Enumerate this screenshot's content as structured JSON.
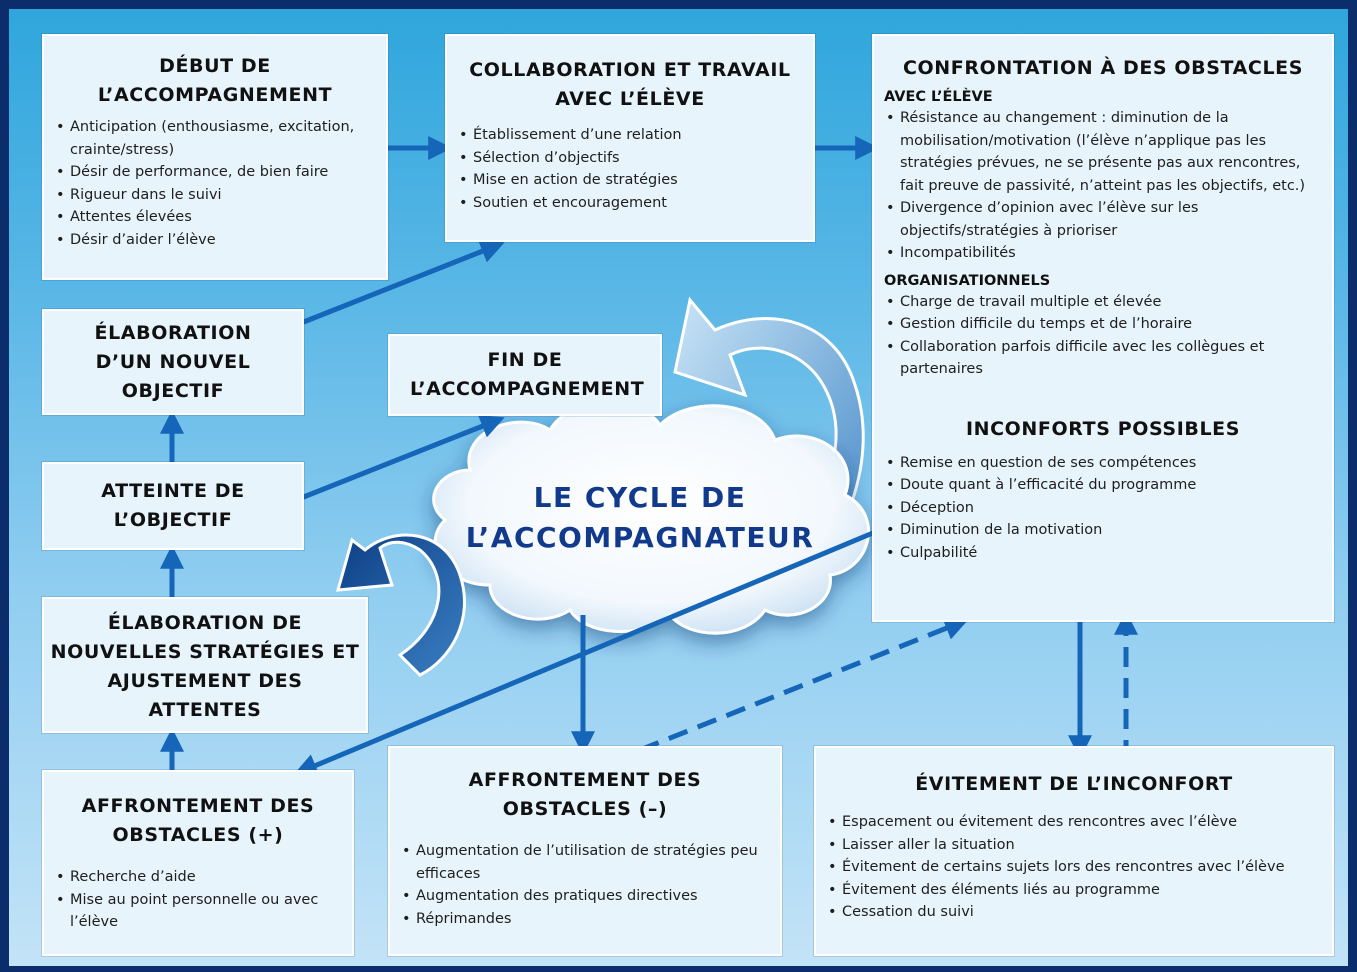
{
  "colors": {
    "frame": "#0b2d6b",
    "arrow": "#1565b8",
    "box_bg": "#e7f4fb",
    "cloud_text": "#123a8c"
  },
  "boxes": {
    "debut": {
      "title": "DÉBUT DE L’ACCOMPAGNEMENT",
      "items": [
        "Anticipation (enthousiasme, excitation, crainte/stress)",
        "Désir de performance, de bien faire",
        "Rigueur dans le suivi",
        "Attentes élevées",
        "Désir d’aider l’élève"
      ]
    },
    "collaboration": {
      "title": "COLLABORATION ET TRAVAIL AVEC L’ÉLÈVE",
      "items": [
        "Établissement d’une relation",
        "Sélection d’objectifs",
        "Mise en action de stratégies",
        "Soutien et encouragement"
      ]
    },
    "confrontation": {
      "title": "CONFRONTATION À DES OBSTACLES",
      "sub1": "AVEC L’ÉLÈVE",
      "items1": [
        "Résistance au changement : diminution de la mobilisation/motivation (l’élève n’applique pas les stratégies prévues, ne se présente pas aux rencontres, fait preuve de passivité, n’atteint pas les objectifs, etc.)",
        "Divergence d’opinion avec l’élève sur les objectifs/stratégies à prioriser",
        "Incompatibilités"
      ],
      "sub2": "ORGANISATIONNELS",
      "items2": [
        "Charge de travail multiple et élevée",
        "Gestion difficile du temps et de l’horaire",
        "Collaboration parfois difficile avec les collègues et partenaires"
      ],
      "inconforts_title": "INCONFORTS POSSIBLES",
      "items3": [
        "Remise en question de ses compétences",
        "Doute quant à l’efficacité du programme",
        "Déception",
        "Diminution de la motivation",
        "Culpabilité"
      ]
    },
    "nouvel_objectif": {
      "title": "ÉLABORATION D’UN NOUVEL OBJECTIF"
    },
    "fin": {
      "title": "FIN DE L’ACCOMPAGNEMENT"
    },
    "atteinte": {
      "title": "ATTEINTE DE L’OBJECTIF"
    },
    "strategies": {
      "title": "ÉLABORATION DE NOUVELLES STRATÉGIES ET AJUSTEMENT DES ATTENTES"
    },
    "affrontement_plus": {
      "title": "AFFRONTEMENT DES OBSTACLES (+)",
      "items": [
        "Recherche d’aide",
        "Mise au point personnelle ou avec l’élève"
      ]
    },
    "affrontement_moins": {
      "title": "AFFRONTEMENT DES OBSTACLES (–)",
      "items": [
        "Augmentation de l’utilisation de stratégies peu efficaces",
        "Augmentation des pratiques directives",
        "Réprimandes"
      ]
    },
    "evitement": {
      "title": "ÉVITEMENT DE L’INCONFORT",
      "items": [
        "Espacement ou évitement des rencontres avec l’élève",
        "Laisser aller la situation",
        "Évitement de certains sujets lors des rencontres avec l’élève",
        "Évitement des éléments liés au programme",
        "Cessation du suivi"
      ]
    }
  },
  "cloud": {
    "title": "LE CYCLE DE L’ACCOMPAGNATEUR"
  }
}
